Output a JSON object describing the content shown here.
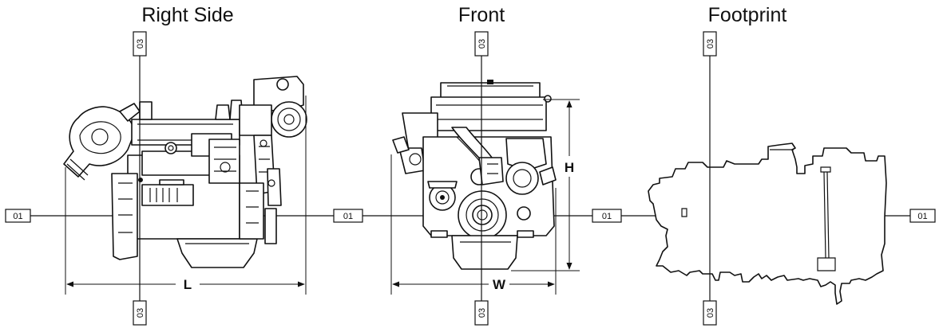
{
  "views": {
    "right_side": {
      "title": "Right Side",
      "dimension": "L"
    },
    "front": {
      "title": "Front",
      "dimension_width": "W",
      "dimension_height": "H"
    },
    "footprint": {
      "title": "Footprint"
    }
  },
  "axis_tags": {
    "horizontal": "01",
    "vertical": "03"
  },
  "colors": {
    "line": "#111111",
    "background": "#ffffff"
  }
}
